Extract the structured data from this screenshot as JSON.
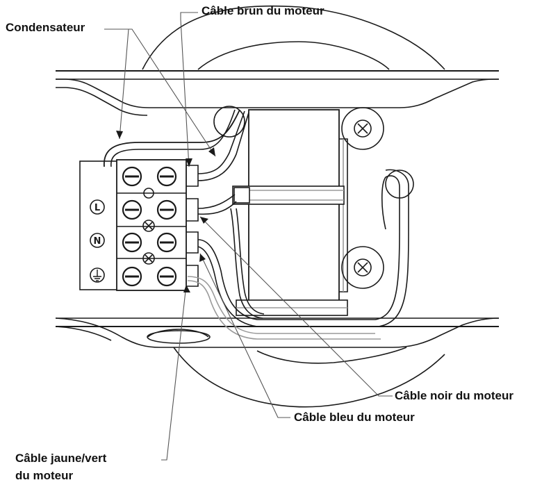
{
  "labels": {
    "brown": "Câble brun du moteur",
    "capacitor": "Condensateur",
    "black": "Câble noir du moteur",
    "blue": "Câble bleu du moteur",
    "yellow_green_line1": "Câble jaune/vert",
    "yellow_green_line2": "du moteur"
  },
  "terminal_symbols": {
    "live": "L",
    "neutral": "N",
    "earth": "earth-symbol"
  },
  "colors": {
    "line": "#1a1a1a",
    "gray": "#9a9a9a",
    "background": "#ffffff"
  }
}
